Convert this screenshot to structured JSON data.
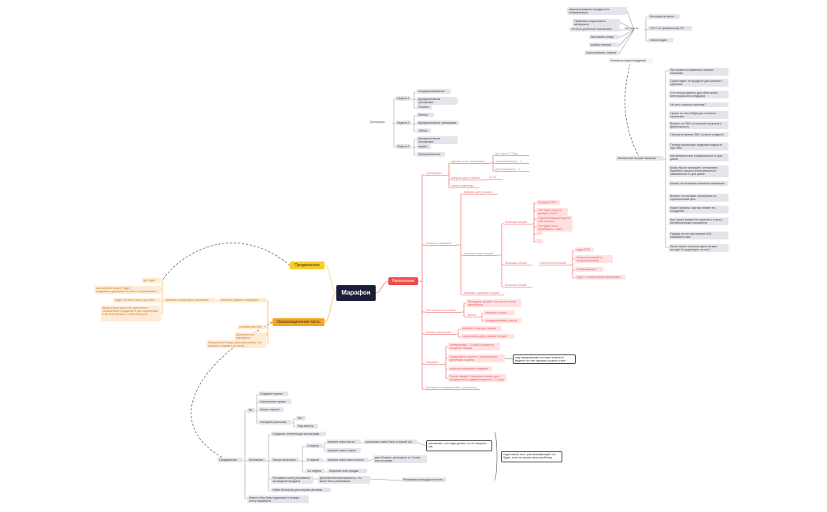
{
  "central": "Марафон",
  "main_topics": {
    "execution": "Наполнение",
    "promotion": "Продвижение",
    "organization": "Организационная часть"
  },
  "top_cluster": {
    "items": [
      "закупить/привезти продукты по спецификации",
      "Правильно подготовить материалы",
      "что есть для/после тренировок",
      "Заготовить снеди",
      "разбор питания",
      "Алкоголь/вино, отмена"
    ],
    "center": "Чек-листы",
    "right": [
      "Конструктор меню",
      "ГОСТ по правильному ПП",
      "список задач"
    ],
    "history": "Личная история похудения"
  },
  "expert_questions": {
    "label": "Экспертные лекции: вопросы",
    "items": [
      "Как провести правильно питание новичкам",
      "Существуют ли продукты для женского здоровья",
      "Что нельзя сделать для облегчения менструального синдрома",
      "Не чего страшна гормоны?",
      "Нужно ли пить БАДы для женского организма",
      "Влияет ли ПМС на женский организм и фертильность",
      "Почему во время ПМС хочется сладкого",
      "Почему происходят задержки жидкости при ПМС",
      "Как меняется вес в зависимости от дня цикла",
      "Когда лучше проводить тренировки; бассейн и начало интенсивности в зависимости от дня цикла",
      "Можно ли питанием повлиять изменения",
      "Влияют ли силовые тренировки на гормональный фон",
      "Какие гормоны счастья влияют на похудение",
      "Как стресс влияет на гормоны и стресс-метаболические показатели",
      "Правда ли что при приеме КОК набирается вес",
      "Какое самое полезное дело на ваш взгляд? И существует ли оно?"
    ]
  },
  "preparation": {
    "label": "Тренировки",
    "weeks": [
      {
        "label": "Неделя 1",
        "items": [
          "кондиционирование",
          "функциональная тренировка",
          "Пилатес"
        ]
      },
      {
        "label": "Неделя 2",
        "items": [
          "Фитбол",
          "функциональная тренировка",
          "Табата"
        ]
      },
      {
        "label": "Неделя 3",
        "items": [
          "функциональная тренировка",
          "кардио",
          "Функциональная"
        ]
      }
    ]
  },
  "execution": {
    "trainings": {
      "label": "Тренировки",
      "items": [
        {
          "label": "сделать план тренировок",
          "sub": [
            "до старта 2-3 дня",
            "основной месяц – 4",
            "дополнительно – 2"
          ]
        },
        {
          "label": "выбрать дату съемки",
          "sub": [
            "10.02"
          ]
        },
        {
          "label": "купить инвентарь"
        }
      ]
    },
    "nutrition_lectures": {
      "label": "Лекции по питанию",
      "choose_date": "выбрать дату съемки",
      "plan": "написать план лекций",
      "big": {
        "label": "Большая лекция",
        "items": [
          "Функции БЖУ",
          "Что будет если не добирать БЖУ",
          "Ограничивающие диеты: чем опасны?",
          "Что будет если перебирать с БЖУ",
          "...",
          "..."
        ]
      },
      "big2": {
        "label": "Большая лекция",
        "sub_label": "Психология питания",
        "items": [
          "виды РПП",
          "Физиологический и психологический переедания",
          "Читмил/срывы",
          "Одно с ежедневными факторами"
        ]
      },
      "big3": "Большая лекция",
      "record": "написать сценарии лекций"
    },
    "checklist": {
      "label": "Чек-листы по питанию",
      "items": [
        "Продумать дизайн чек-листов после разработки",
        "Тексты"
      ],
      "texts": [
        "написать тексты",
        "отредактировать тексты"
      ]
    },
    "expert_lecture": {
      "label": "Лекция экспертная",
      "items": [
        "выбрать тему для лекции",
        "согласовать дату и время лекции"
      ]
    },
    "marathon": {
      "label": "Марафон",
      "items": [
        "Интерактивы – 2 раза в неделю в процессе лекции",
        "ежедневные отчеты о совершенных действиях за день",
        "отдельно домашнее задание",
        "После лекции 2 написать отзывы для проверочного задания клиентов – 5 штук"
      ],
      "note": "под ежедневными постами отвечать/ведется что вы сделали за день и мне питание"
    },
    "answers": "Ежемесячно вопрос/ответ 1 раз/месяц"
  },
  "organization": {
    "left": [
      "где будет",
      "как выбрать вещей, будут продемонстрированы по ним и их диаграммы при разработке",
      "Будет по многу много до этого",
      "Делать фото до/после, делиться в сообщениях в разделах и для подопечных к на этом процесс чтобы получить"
    ],
    "rules_lecture": "написать лекции для участников",
    "rules": "написать правила марафона",
    "conditions": "условие участия",
    "marathon_length": "Длительность марафона",
    "sell": "Продолжить бонусы для участников, что продают марафон до конца"
  },
  "promotion": {
    "label": "Продвижение",
    "vk": {
      "label": "ВК",
      "items": [
        "Создание группы",
        "Наполнение группы",
        "Запуск таргета",
        "Холодная рассылка"
      ],
      "sub": [
        "бот",
        "бюд-мастер"
      ]
    },
    "instagram": {
      "label": "Инстаграм",
      "items": [
        "Создание контента для инстаграма",
        "Запуск прогревов"
      ],
      "weeks": [
        {
          "label": "1 неделя",
          "items": [
            "прогрев через посты",
            "прогрев через сторис"
          ],
          "note": "рассказать какие было у нашей ЦА"
        },
        {
          "label": "2 неделя",
          "items": [
            "прогрев через бьюти-посты"
          ],
          "note": "дать бонусы, рассказать от 2 коме или не кроме"
        },
        {
          "label": "3-я неделя",
          "items": [
            "открытие окон продаж"
          ]
        }
      ],
      "ideas": "рассказать, что надо делать, но не говорить как",
      "right_note": "подготовить пост, рассказывающий, что будет, если не решит свою проблему",
      "collab": "Поставить смету рекламных за пределы продукта",
      "collab_note": "Дополнительные варианты, что могут быть рекламным",
      "collab_end": "Рекламная площадка постить",
      "bloggers": "Найти блогеров для покупки рекламы"
    },
    "collect": "Начать сбор базы аудитории у первую ленту марафона"
  },
  "colors": {
    "central": "#1b1d38",
    "execution": "#ef4d4d",
    "promotion": "#f6cf25",
    "organization": "#f5a623",
    "line": "#999999"
  }
}
